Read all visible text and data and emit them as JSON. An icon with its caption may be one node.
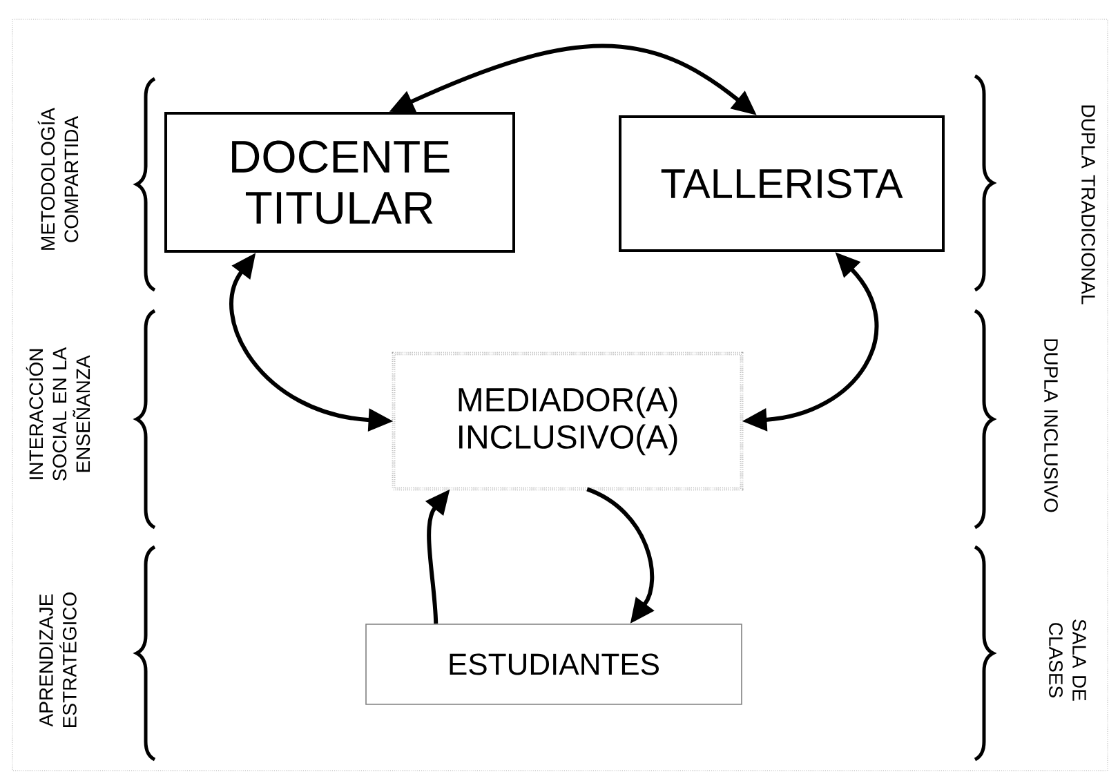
{
  "diagram": {
    "nodes": [
      {
        "text": [
          "DOCENTE TITULAR"
        ]
      },
      {
        "text": [
          "TALLERISTA"
        ]
      },
      {
        "text": [
          "MEDIADOR(A) INCLUSIVO(A)"
        ]
      },
      {
        "text": [
          "ESTUDIANTES"
        ]
      }
    ],
    "edges": [
      {
        "from": 0,
        "to": 1,
        "arrow": "both"
      },
      {
        "from": 0,
        "to": 2,
        "arrow": "both"
      },
      {
        "from": 1,
        "to": 2,
        "arrow": "both"
      },
      {
        "from": 3,
        "to": 2,
        "arrow": "to"
      },
      {
        "from": 2,
        "to": 3,
        "arrow": "to"
      }
    ],
    "labels": [
      "METODOLOGÍA COMPARTIDA",
      "INTERACCIÓN SOCIAL EN LA ENSEÑANZA",
      "APRENDIZAJE ESTRATÉGICO",
      "DUPLA TRADICIONAL",
      "DUPLA INCLUSIVO",
      "SALA DE CLASES"
    ]
  }
}
